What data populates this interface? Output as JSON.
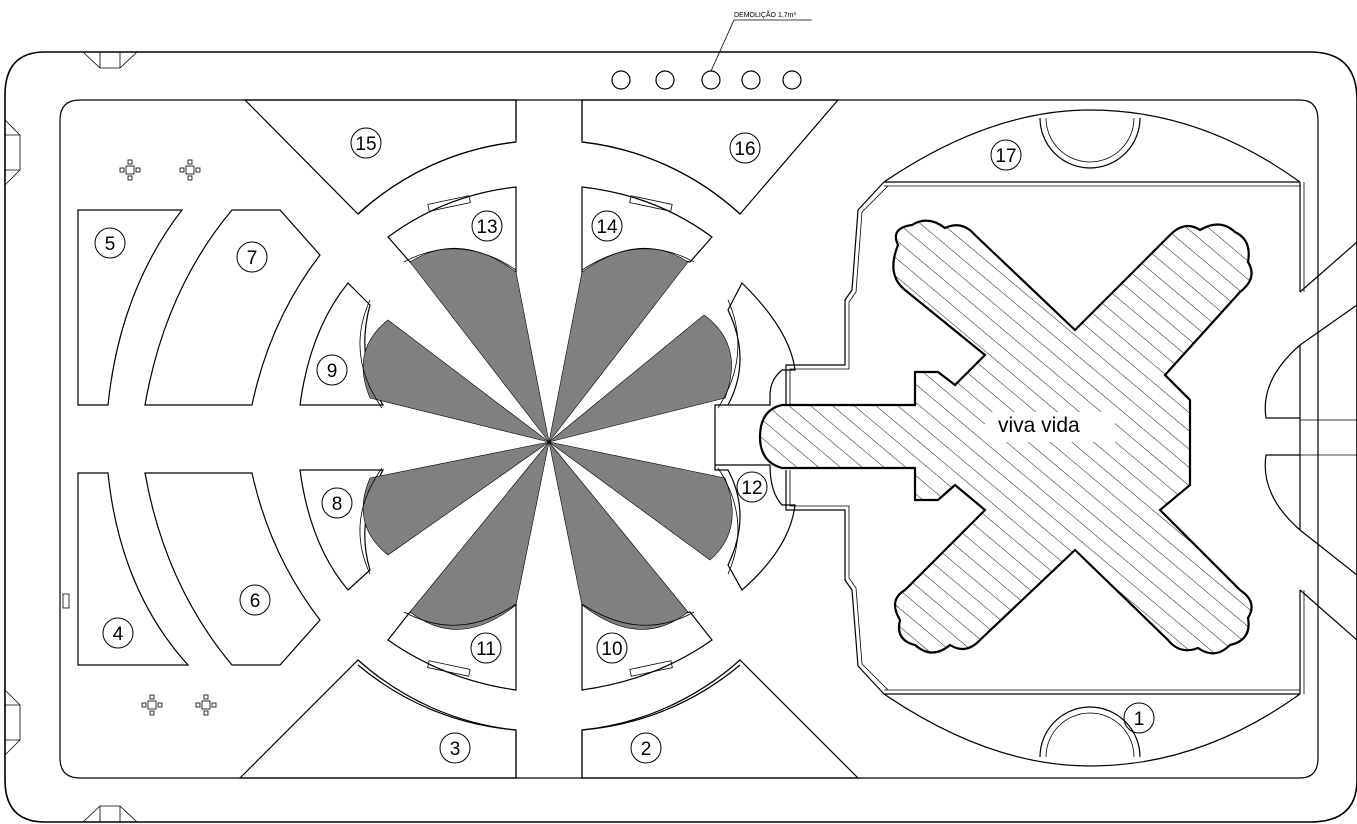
{
  "annotation": {
    "text": "DEMOLIÇÃO  1,7m³"
  },
  "center_label": "viva vida",
  "beds": [
    {
      "id": "bed-1",
      "label": "1"
    },
    {
      "id": "bed-2",
      "label": "2"
    },
    {
      "id": "bed-3",
      "label": "3"
    },
    {
      "id": "bed-4",
      "label": "4"
    },
    {
      "id": "bed-5",
      "label": "5"
    },
    {
      "id": "bed-6",
      "label": "6"
    },
    {
      "id": "bed-7",
      "label": "7"
    },
    {
      "id": "bed-8",
      "label": "8"
    },
    {
      "id": "bed-9",
      "label": "9"
    },
    {
      "id": "bed-10",
      "label": "10"
    },
    {
      "id": "bed-11",
      "label": "11"
    },
    {
      "id": "bed-12",
      "label": "12"
    },
    {
      "id": "bed-13",
      "label": "13"
    },
    {
      "id": "bed-14",
      "label": "14"
    },
    {
      "id": "bed-15",
      "label": "15"
    },
    {
      "id": "bed-16",
      "label": "16"
    },
    {
      "id": "bed-17",
      "label": "17"
    }
  ],
  "colors": {
    "line": "#000000",
    "wedge_fill": "#808080",
    "hatch": "#000000",
    "background": "#ffffff"
  }
}
